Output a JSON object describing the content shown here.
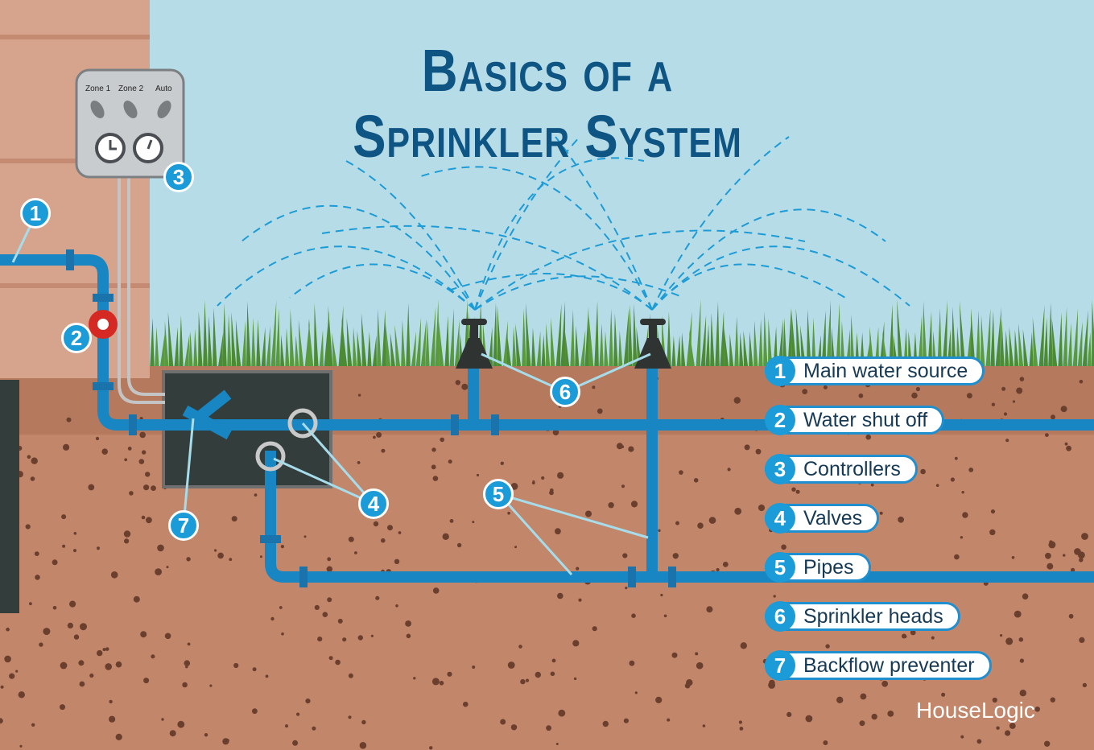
{
  "title": {
    "line1": "Basics of a",
    "line2": "Sprinkler System"
  },
  "controller": {
    "labels": [
      "Zone 1",
      "Zone 2",
      "Auto"
    ]
  },
  "callouts": [
    "1",
    "2",
    "3",
    "4",
    "5",
    "6",
    "7"
  ],
  "legend": [
    {
      "num": "1",
      "label": "Main water source"
    },
    {
      "num": "2",
      "label": "Water shut off"
    },
    {
      "num": "3",
      "label": "Controllers"
    },
    {
      "num": "4",
      "label": "Valves"
    },
    {
      "num": "5",
      "label": "Pipes"
    },
    {
      "num": "6",
      "label": "Sprinkler heads"
    },
    {
      "num": "7",
      "label": "Backflow preventer"
    }
  ],
  "brand": "HouseLogic",
  "colors": {
    "sky": "#b6dce7",
    "soil": "#c2866a",
    "pipe": "#1786c2",
    "accent": "#1b9bd7",
    "title": "#0f5584",
    "grass": "#5a9a3e",
    "valve_red": "#d42a23"
  }
}
